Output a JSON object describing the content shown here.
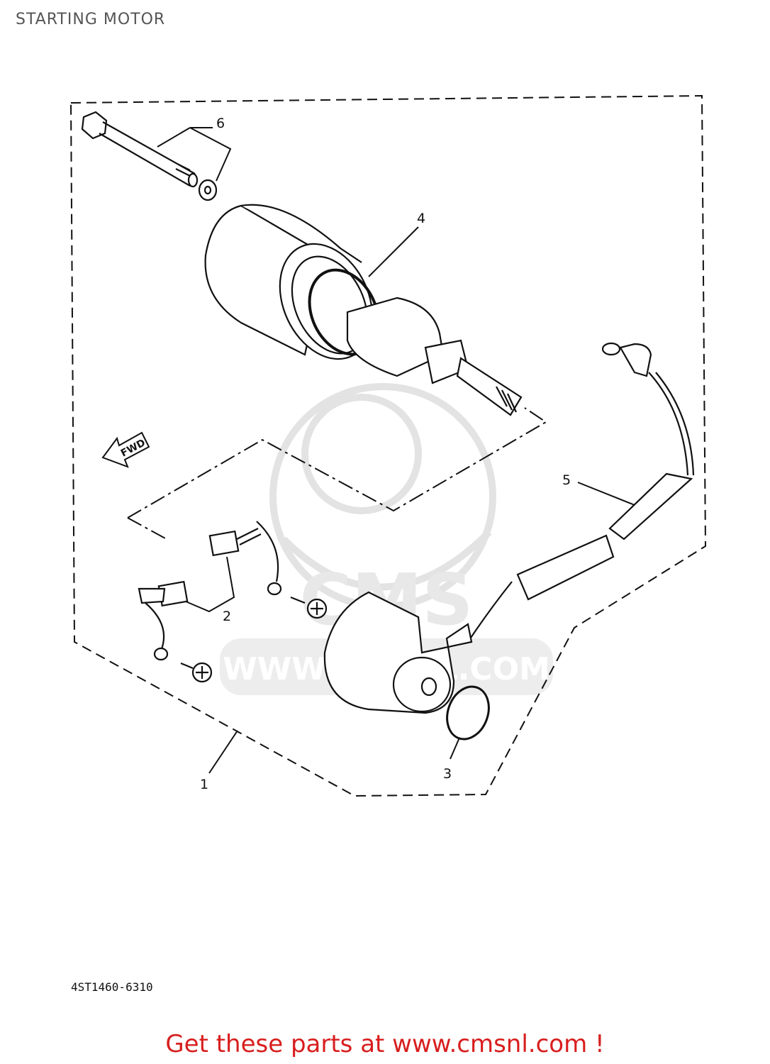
{
  "page": {
    "title": "STARTING MOTOR"
  },
  "diagram": {
    "callouts": [
      {
        "id": "1",
        "label": "1"
      },
      {
        "id": "2",
        "label": "2"
      },
      {
        "id": "3",
        "label": "3"
      },
      {
        "id": "4",
        "label": "4"
      },
      {
        "id": "5",
        "label": "5"
      },
      {
        "id": "6",
        "label": "6"
      }
    ],
    "direction_badge": "FWD",
    "diagram_code": "4ST1460-6310",
    "watermark": {
      "brand": "CMS",
      "url": "WWW.CMSNL.COM",
      "color": "#e3e3e3"
    }
  },
  "footer": {
    "text": "Get these parts at www.cmsnl.com !",
    "color": "#d81e1e"
  }
}
